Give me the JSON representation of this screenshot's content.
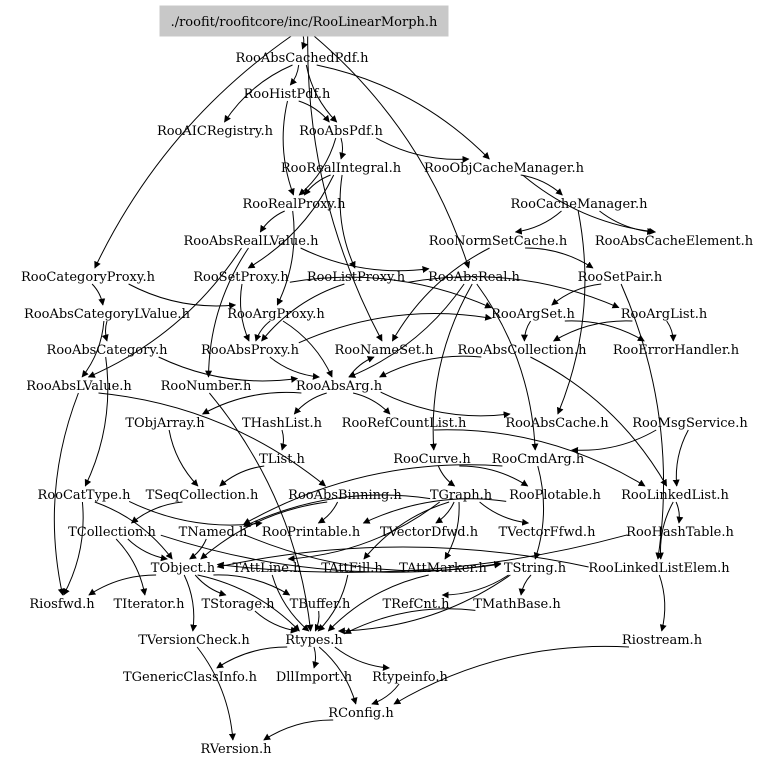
{
  "root": "./roofit/roofitcore/inc/RooLinearMorph.h",
  "nodes": [
    {
      "id": "RooAbsCachedPdf",
      "label": "RooAbsCachedPdf.h"
    },
    {
      "id": "RooHistPdf",
      "label": "RooHistPdf.h"
    },
    {
      "id": "RooAICRegistry",
      "label": "RooAICRegistry.h"
    },
    {
      "id": "RooAbsPdf",
      "label": "RooAbsPdf.h"
    },
    {
      "id": "RooRealIntegral",
      "label": "RooRealIntegral.h"
    },
    {
      "id": "RooObjCacheManager",
      "label": "RooObjCacheManager.h"
    },
    {
      "id": "RooRealProxy",
      "label": "RooRealProxy.h"
    },
    {
      "id": "RooCacheManager",
      "label": "RooCacheManager.h"
    },
    {
      "id": "RooAbsRealLValue",
      "label": "RooAbsRealLValue.h"
    },
    {
      "id": "RooNormSetCache",
      "label": "RooNormSetCache.h"
    },
    {
      "id": "RooAbsCacheElement",
      "label": "RooAbsCacheElement.h"
    },
    {
      "id": "RooCategoryProxy",
      "label": "RooCategoryProxy.h"
    },
    {
      "id": "RooSetProxy",
      "label": "RooSetProxy.h"
    },
    {
      "id": "RooListProxy",
      "label": "RooListProxy.h"
    },
    {
      "id": "RooAbsReal",
      "label": "RooAbsReal.h"
    },
    {
      "id": "RooSetPair",
      "label": "RooSetPair.h"
    },
    {
      "id": "RooAbsCategoryLValue",
      "label": "RooAbsCategoryLValue.h"
    },
    {
      "id": "RooArgProxy",
      "label": "RooArgProxy.h"
    },
    {
      "id": "RooArgSet",
      "label": "RooArgSet.h"
    },
    {
      "id": "RooArgList",
      "label": "RooArgList.h"
    },
    {
      "id": "RooAbsCategory",
      "label": "RooAbsCategory.h"
    },
    {
      "id": "RooAbsProxy",
      "label": "RooAbsProxy.h"
    },
    {
      "id": "RooNameSet",
      "label": "RooNameSet.h"
    },
    {
      "id": "RooAbsCollection",
      "label": "RooAbsCollection.h"
    },
    {
      "id": "RooErrorHandler",
      "label": "RooErrorHandler.h"
    },
    {
      "id": "RooAbsLValue",
      "label": "RooAbsLValue.h"
    },
    {
      "id": "RooNumber",
      "label": "RooNumber.h"
    },
    {
      "id": "RooAbsArg",
      "label": "RooAbsArg.h"
    },
    {
      "id": "TObjArray",
      "label": "TObjArray.h"
    },
    {
      "id": "THashList",
      "label": "THashList.h"
    },
    {
      "id": "RooRefCountList",
      "label": "RooRefCountList.h"
    },
    {
      "id": "RooAbsCache",
      "label": "RooAbsCache.h"
    },
    {
      "id": "RooMsgService",
      "label": "RooMsgService.h"
    },
    {
      "id": "TList",
      "label": "TList.h"
    },
    {
      "id": "RooCurve",
      "label": "RooCurve.h"
    },
    {
      "id": "RooCmdArg",
      "label": "RooCmdArg.h"
    },
    {
      "id": "RooCatType",
      "label": "RooCatType.h"
    },
    {
      "id": "TSeqCollection",
      "label": "TSeqCollection.h"
    },
    {
      "id": "RooAbsBinning",
      "label": "RooAbsBinning.h"
    },
    {
      "id": "TGraph",
      "label": "TGraph.h"
    },
    {
      "id": "RooPlotable",
      "label": "RooPlotable.h"
    },
    {
      "id": "RooLinkedList",
      "label": "RooLinkedList.h"
    },
    {
      "id": "TCollection",
      "label": "TCollection.h"
    },
    {
      "id": "TNamed",
      "label": "TNamed.h"
    },
    {
      "id": "RooPrintable",
      "label": "RooPrintable.h"
    },
    {
      "id": "TVectorDfwd",
      "label": "TVectorDfwd.h"
    },
    {
      "id": "TVectorFfwd",
      "label": "TVectorFfwd.h"
    },
    {
      "id": "RooHashTable",
      "label": "RooHashTable.h"
    },
    {
      "id": "TObject",
      "label": "TObject.h"
    },
    {
      "id": "TAttLine",
      "label": "TAttLine.h"
    },
    {
      "id": "TAttFill",
      "label": "TAttFill.h"
    },
    {
      "id": "TAttMarker",
      "label": "TAttMarker.h"
    },
    {
      "id": "TString",
      "label": "TString.h"
    },
    {
      "id": "RooLinkedListElem",
      "label": "RooLinkedListElem.h"
    },
    {
      "id": "Riosfwd",
      "label": "Riosfwd.h"
    },
    {
      "id": "TIterator",
      "label": "TIterator.h"
    },
    {
      "id": "TStorage",
      "label": "TStorage.h"
    },
    {
      "id": "TBuffer",
      "label": "TBuffer.h"
    },
    {
      "id": "TRefCnt",
      "label": "TRefCnt.h"
    },
    {
      "id": "TMathBase",
      "label": "TMathBase.h"
    },
    {
      "id": "TVersionCheck",
      "label": "TVersionCheck.h"
    },
    {
      "id": "Rtypes",
      "label": "Rtypes.h"
    },
    {
      "id": "Riostream",
      "label": "Riostream.h"
    },
    {
      "id": "TGenericClassInfo",
      "label": "TGenericClassInfo.h"
    },
    {
      "id": "DllImport",
      "label": "DllImport.h"
    },
    {
      "id": "Rtypeinfo",
      "label": "Rtypeinfo.h"
    },
    {
      "id": "RConfig",
      "label": "RConfig.h"
    },
    {
      "id": "RVersion",
      "label": "RVersion.h"
    }
  ],
  "edges": [
    [
      "root",
      "RooAbsCachedPdf"
    ],
    [
      "root",
      "RooCategoryProxy"
    ],
    [
      "root",
      "RooAbsReal"
    ],
    [
      "root",
      "RooNameSet"
    ],
    [
      "RooAbsCachedPdf",
      "RooHistPdf"
    ],
    [
      "RooAbsCachedPdf",
      "RooAbsPdf"
    ],
    [
      "RooAbsCachedPdf",
      "RooObjCacheManager"
    ],
    [
      "RooAbsCachedPdf",
      "RooAICRegistry"
    ],
    [
      "RooHistPdf",
      "RooAbsPdf"
    ],
    [
      "RooHistPdf",
      "RooRealProxy"
    ],
    [
      "RooAbsPdf",
      "RooRealIntegral"
    ],
    [
      "RooAbsPdf",
      "RooObjCacheManager"
    ],
    [
      "RooAbsPdf",
      "RooRealProxy"
    ],
    [
      "RooRealIntegral",
      "RooRealProxy"
    ],
    [
      "RooRealIntegral",
      "RooSetProxy"
    ],
    [
      "RooRealIntegral",
      "RooListProxy"
    ],
    [
      "RooObjCacheManager",
      "RooCacheManager"
    ],
    [
      "RooObjCacheManager",
      "RooAbsCacheElement"
    ],
    [
      "RooCacheManager",
      "RooNormSetCache"
    ],
    [
      "RooCacheManager",
      "RooAbsCacheElement"
    ],
    [
      "RooCacheManager",
      "RooAbsCache"
    ],
    [
      "RooRealProxy",
      "RooAbsRealLValue"
    ],
    [
      "RooRealProxy",
      "RooArgProxy"
    ],
    [
      "RooAbsRealLValue",
      "RooAbsReal"
    ],
    [
      "RooAbsRealLValue",
      "RooAbsLValue"
    ],
    [
      "RooAbsRealLValue",
      "RooNumber"
    ],
    [
      "RooNormSetCache",
      "RooSetPair"
    ],
    [
      "RooNormSetCache",
      "RooNameSet"
    ],
    [
      "RooCategoryProxy",
      "RooAbsCategoryLValue"
    ],
    [
      "RooCategoryProxy",
      "RooArgProxy"
    ],
    [
      "RooSetProxy",
      "RooArgSet"
    ],
    [
      "RooSetProxy",
      "RooAbsProxy"
    ],
    [
      "RooListProxy",
      "RooArgList"
    ],
    [
      "RooListProxy",
      "RooAbsProxy"
    ],
    [
      "RooAbsReal",
      "RooAbsArg"
    ],
    [
      "RooAbsReal",
      "RooCurve"
    ],
    [
      "RooAbsReal",
      "RooCmdArg"
    ],
    [
      "RooSetPair",
      "RooArgSet"
    ],
    [
      "RooSetPair",
      "RooLinkedListElem"
    ],
    [
      "RooAbsCategoryLValue",
      "RooAbsCategory"
    ],
    [
      "RooAbsCategoryLValue",
      "RooAbsLValue"
    ],
    [
      "RooArgProxy",
      "RooAbsProxy"
    ],
    [
      "RooArgProxy",
      "RooAbsArg"
    ],
    [
      "RooArgSet",
      "RooAbsCollection"
    ],
    [
      "RooArgSet",
      "RooErrorHandler"
    ],
    [
      "RooArgList",
      "RooAbsCollection"
    ],
    [
      "RooArgList",
      "RooErrorHandler"
    ],
    [
      "RooAbsCategory",
      "RooAbsArg"
    ],
    [
      "RooAbsCategory",
      "RooCatType"
    ],
    [
      "RooAbsProxy",
      "RooAbsArg"
    ],
    [
      "RooAbsProxy",
      "RooArgSet"
    ],
    [
      "RooAbsCollection",
      "RooAbsArg"
    ],
    [
      "RooAbsCollection",
      "RooLinkedList"
    ],
    [
      "RooAbsArg",
      "THashList"
    ],
    [
      "RooAbsArg",
      "RooRefCountList"
    ],
    [
      "RooAbsArg",
      "RooAbsCache"
    ],
    [
      "RooAbsArg",
      "RooNameSet"
    ],
    [
      "RooAbsArg",
      "TObjArray"
    ],
    [
      "RooAbsLValue",
      "RooAbsBinning"
    ],
    [
      "RooAbsLValue",
      "Riosfwd"
    ],
    [
      "RooNumber",
      "Rtypes"
    ],
    [
      "TObjArray",
      "TSeqCollection"
    ],
    [
      "THashList",
      "TList"
    ],
    [
      "TList",
      "TSeqCollection"
    ],
    [
      "RooRefCountList",
      "RooLinkedList"
    ],
    [
      "RooMsgService",
      "RooLinkedList"
    ],
    [
      "RooMsgService",
      "RooCmdArg"
    ],
    [
      "RooCurve",
      "TGraph"
    ],
    [
      "RooCurve",
      "RooPlotable"
    ],
    [
      "RooCmdArg",
      "TNamed"
    ],
    [
      "RooCmdArg",
      "TString"
    ],
    [
      "TSeqCollection",
      "TCollection"
    ],
    [
      "RooCatType",
      "TObject"
    ],
    [
      "RooCatType",
      "RooPrintable"
    ],
    [
      "RooCatType",
      "Riosfwd"
    ],
    [
      "RooAbsBinning",
      "TObject"
    ],
    [
      "RooAbsBinning",
      "RooPrintable"
    ],
    [
      "TGraph",
      "TNamed"
    ],
    [
      "TGraph",
      "TAttLine"
    ],
    [
      "TGraph",
      "TAttFill"
    ],
    [
      "TGraph",
      "TAttMarker"
    ],
    [
      "TGraph",
      "TVectorFfwd"
    ],
    [
      "TGraph",
      "TVectorDfwd"
    ],
    [
      "RooPlotable",
      "RooPrintable"
    ],
    [
      "RooLinkedList",
      "RooHashTable"
    ],
    [
      "RooLinkedList",
      "RooLinkedListElem"
    ],
    [
      "RooHashTable",
      "TObject"
    ],
    [
      "TCollection",
      "TObject"
    ],
    [
      "TCollection",
      "TIterator"
    ],
    [
      "TCollection",
      "TString"
    ],
    [
      "TNamed",
      "TObject"
    ],
    [
      "TNamed",
      "TString"
    ],
    [
      "TObject",
      "Rtypes"
    ],
    [
      "TObject",
      "TStorage"
    ],
    [
      "TObject",
      "TBuffer"
    ],
    [
      "TObject",
      "Riosfwd"
    ],
    [
      "TObject",
      "TVersionCheck"
    ],
    [
      "TAttLine",
      "Rtypes"
    ],
    [
      "TAttFill",
      "Rtypes"
    ],
    [
      "TAttMarker",
      "Rtypes"
    ],
    [
      "TString",
      "TRefCnt"
    ],
    [
      "TString",
      "TMathBase"
    ],
    [
      "TString",
      "Rtypes"
    ],
    [
      "RooLinkedListElem",
      "TObject"
    ],
    [
      "RooLinkedListElem",
      "Riostream"
    ],
    [
      "TStorage",
      "Rtypes"
    ],
    [
      "TBuffer",
      "Rtypes"
    ],
    [
      "TMathBase",
      "Rtypes"
    ],
    [
      "TVersionCheck",
      "RVersion"
    ],
    [
      "Rtypes",
      "TGenericClassInfo"
    ],
    [
      "Rtypes",
      "DllImport"
    ],
    [
      "Rtypes",
      "Rtypeinfo"
    ],
    [
      "Rtypes",
      "RConfig"
    ],
    [
      "Riostream",
      "RConfig"
    ],
    [
      "Rtypeinfo",
      "RConfig"
    ],
    [
      "RConfig",
      "RVersion"
    ]
  ]
}
